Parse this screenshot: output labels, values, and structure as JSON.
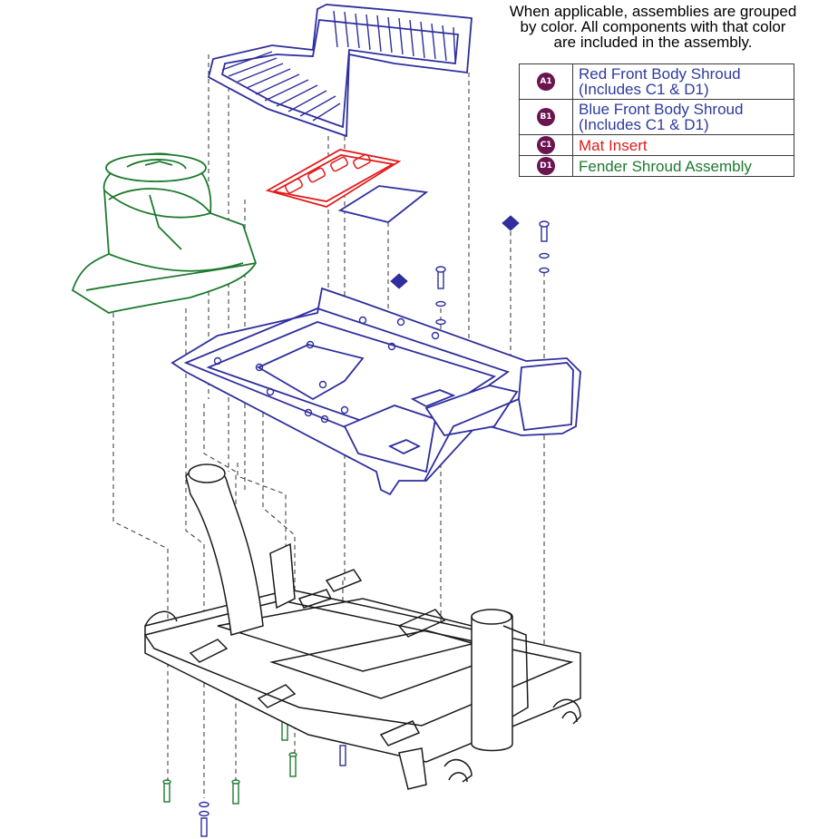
{
  "note": {
    "lines": [
      "When applicable, assemblies are grouped",
      "by color. All components with that color",
      "are included in the assembly."
    ]
  },
  "legend": [
    {
      "id": "A1",
      "lines": [
        "Red Front Body Shroud",
        "(Includes C1 & D1)"
      ],
      "color": "#2e3a9e"
    },
    {
      "id": "B1",
      "lines": [
        "Blue Front Body Shroud",
        "(Includes C1 & D1)"
      ],
      "color": "#2e3a9e"
    },
    {
      "id": "C1",
      "lines": [
        "Mat Insert"
      ],
      "color": "#e21b1b"
    },
    {
      "id": "D1",
      "lines": [
        "Fender Shroud Assembly"
      ],
      "color": "#1d7a2e"
    }
  ],
  "colors": {
    "badge": "#6b1550",
    "blue_parts": "#2e2e9e",
    "red_parts": "#e21b1b",
    "green_parts": "#1d7a2e",
    "frame": "#1a1a1a"
  }
}
